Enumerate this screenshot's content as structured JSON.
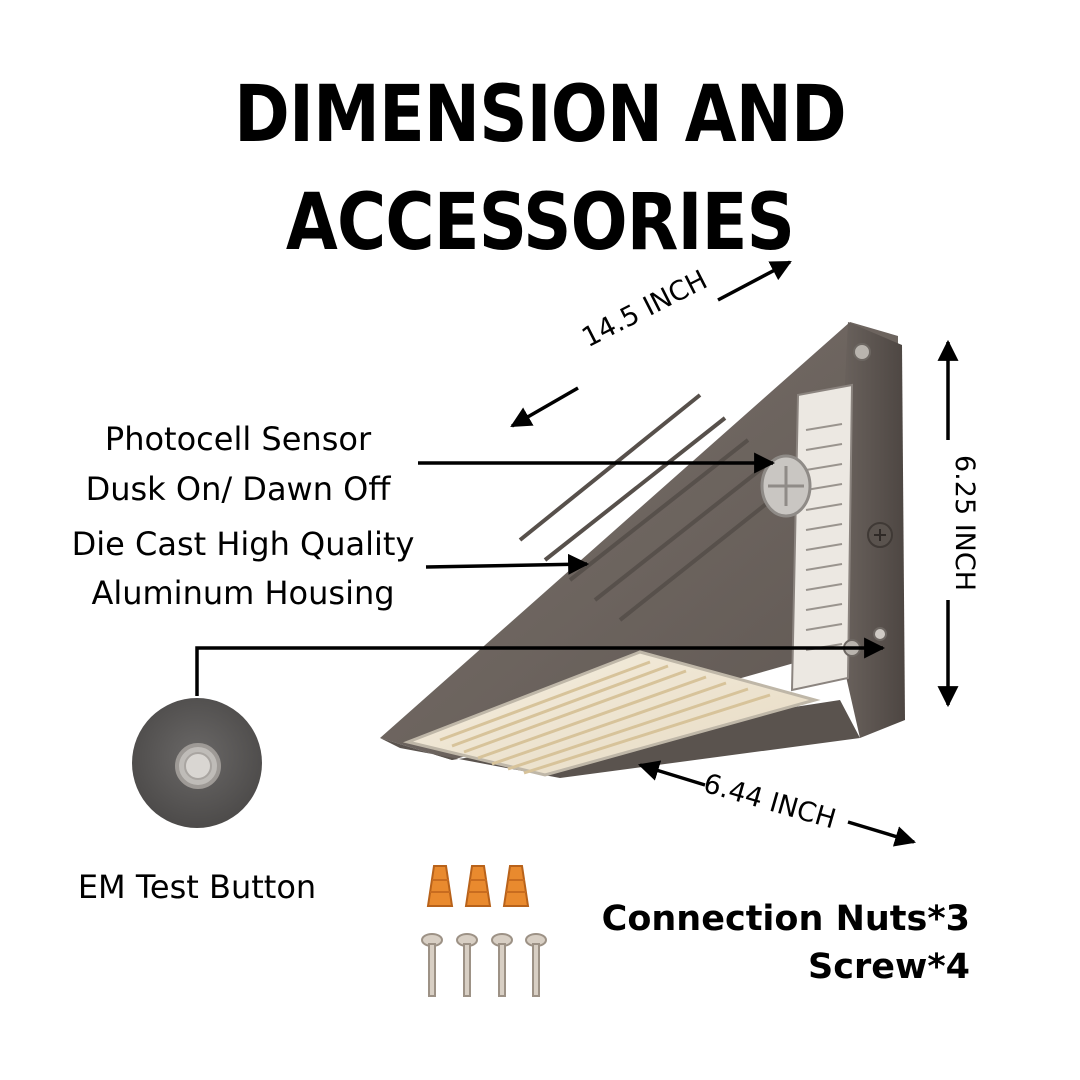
{
  "title": {
    "line1": "DIMENSION AND",
    "line2": "ACCESSORIES"
  },
  "features": {
    "photocell_line1": "Photocell Sensor",
    "photocell_line2": "Dusk On/ Dawn Off",
    "housing_line1": "Die Cast High Quality",
    "housing_line2": "Aluminum Housing",
    "em_button": "EM Test Button"
  },
  "dimensions": {
    "width": "14.5 INCH",
    "height": "6.25 INCH",
    "depth": "6.44 INCH"
  },
  "accessories": {
    "nuts": "Connection Nuts*3",
    "screws": "Screw*4"
  },
  "colors": {
    "housing": "#6f6661",
    "nut": "#e98a2e",
    "screw": "#d8cfc4",
    "led_panel": "#efe6d2"
  }
}
